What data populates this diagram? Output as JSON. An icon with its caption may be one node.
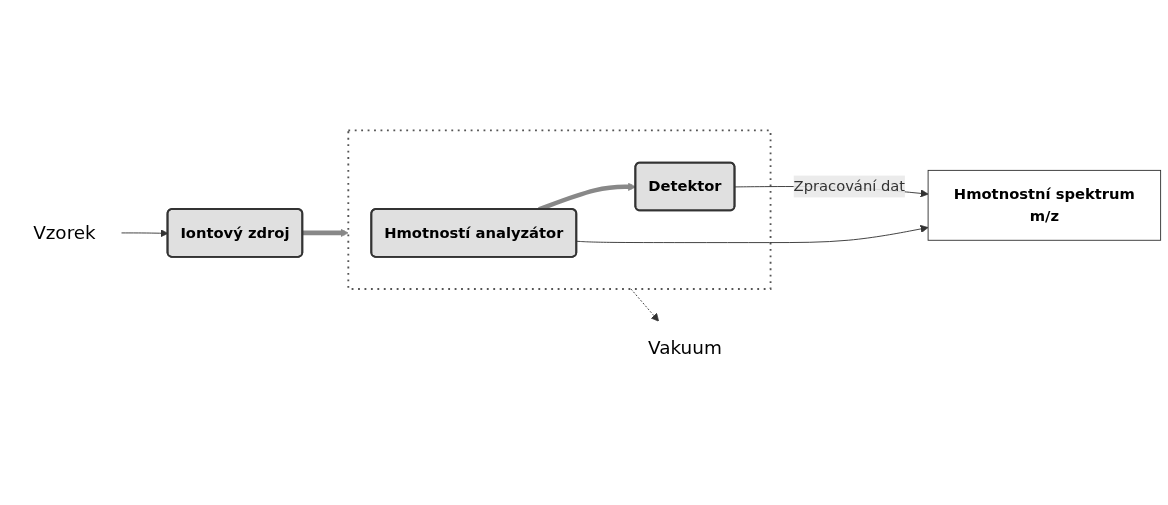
{
  "diagram": {
    "nodes": [
      {
        "text": [
          "Vzorek"
        ]
      },
      {
        "text": [
          "Iontový zdroj"
        ]
      },
      {
        "text": [],
        "shape": "box"
      },
      {
        "text": [
          "Hmotností analyzátor"
        ],
        "in": 2
      },
      {
        "text": [
          "Detektor"
        ],
        "in": 2
      },
      {
        "text": [
          "Hmotnostní spektrum",
          "m/z"
        ]
      },
      {
        "text": [
          "Vakuum"
        ]
      }
    ],
    "edges": [
      {
        "from": 0,
        "to": 1,
        "arrow": "to"
      },
      {
        "from": 1,
        "to": 2,
        "arrow": "to",
        "style": "thick"
      },
      {
        "from": 3,
        "to": 4,
        "arrow": "to",
        "style": "thick"
      },
      {
        "from": 4,
        "to": 5,
        "arrow": "to",
        "label": "Zpracování dat"
      },
      {
        "from": 3,
        "to": 5,
        "arrow": "to"
      },
      {
        "from": 2,
        "to": 6,
        "arrow": "to",
        "style": "dashed"
      }
    ]
  }
}
